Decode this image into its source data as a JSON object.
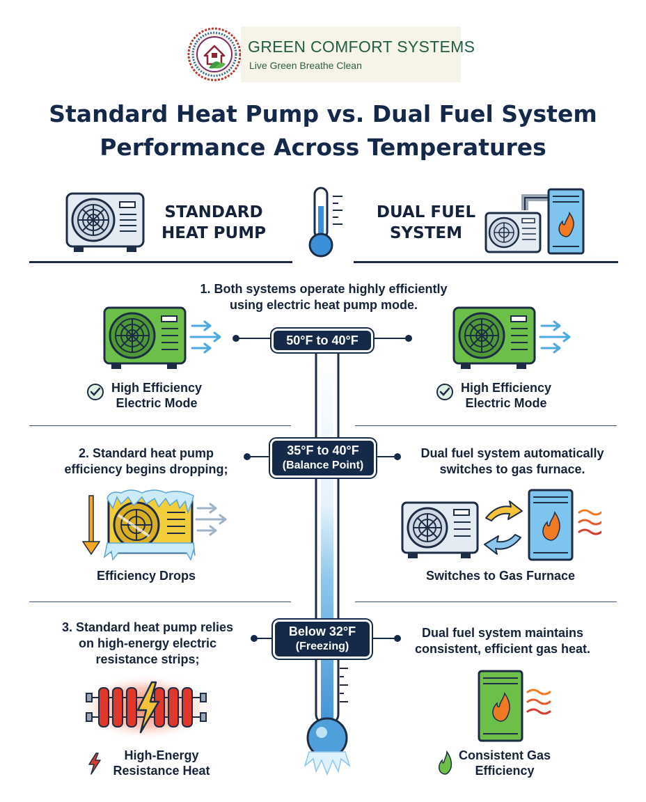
{
  "brand": {
    "name": "GREEN COMFORT SYSTEMS",
    "tagline": "Live Green Breathe Clean"
  },
  "title": {
    "line1": "Standard Heat Pump vs. Dual Fuel System",
    "line2": "Performance Across Temperatures"
  },
  "columns": {
    "left_line1": "STANDARD",
    "left_line2": "HEAT PUMP",
    "right_line1": "DUAL FUEL",
    "right_line2": "SYSTEM"
  },
  "stage1": {
    "text_line1": "1. Both systems operate highly efficiently",
    "text_line2": "using electric heat pump mode.",
    "badge": "50°F to 40°F",
    "left_caption_line1": "High Efficiency",
    "left_caption_line2": "Electric Mode",
    "right_caption_line1": "High Efficiency",
    "right_caption_line2": "Electric Mode"
  },
  "stage2": {
    "badge_line1": "35°F to 40°F",
    "badge_line2": "(Balance Point)",
    "left_text_line1": "2. Standard heat pump",
    "left_text_line2": "efficiency begins dropping;",
    "right_text_line1": "Dual fuel system automatically",
    "right_text_line2": "switches to gas furnace.",
    "left_caption": "Efficiency Drops",
    "right_caption": "Switches to Gas Furnace"
  },
  "stage3": {
    "badge_line1": "Below 32°F",
    "badge_line2": "(Freezing)",
    "left_text_line1": "3. Standard heat pump relies",
    "left_text_line2": "on high-energy electric",
    "left_text_line3": "resistance strips;",
    "right_text_line1": "Dual fuel system maintains",
    "right_text_line2": "consistent, efficient gas heat.",
    "left_caption_line1": "High-Energy",
    "left_caption_line2": "Resistance Heat",
    "right_caption_line1": "Consistent Gas",
    "right_caption_line2": "Efficiency"
  },
  "colors": {
    "navy": "#152a48",
    "green_unit": "#6cc04a",
    "yellow_unit": "#f4cd3a",
    "ice_blue": "#bfe3f5",
    "flame_orange": "#f07a24",
    "heat_red": "#d83a2e",
    "thermo_blue": "#4f9fdb"
  },
  "icons": [
    "logo-house-leaf-icon",
    "heat-pump-unit-icon",
    "thermometer-icon",
    "dual-fuel-unit-icon",
    "check-circle-icon",
    "airflow-arrows-icon",
    "down-arrow-icon",
    "frozen-unit-icon",
    "switch-arrows-icon",
    "gas-furnace-icon",
    "heat-waves-icon",
    "lightning-icon",
    "resistance-heater-icon",
    "flame-icon",
    "ice-bulb-icon"
  ]
}
